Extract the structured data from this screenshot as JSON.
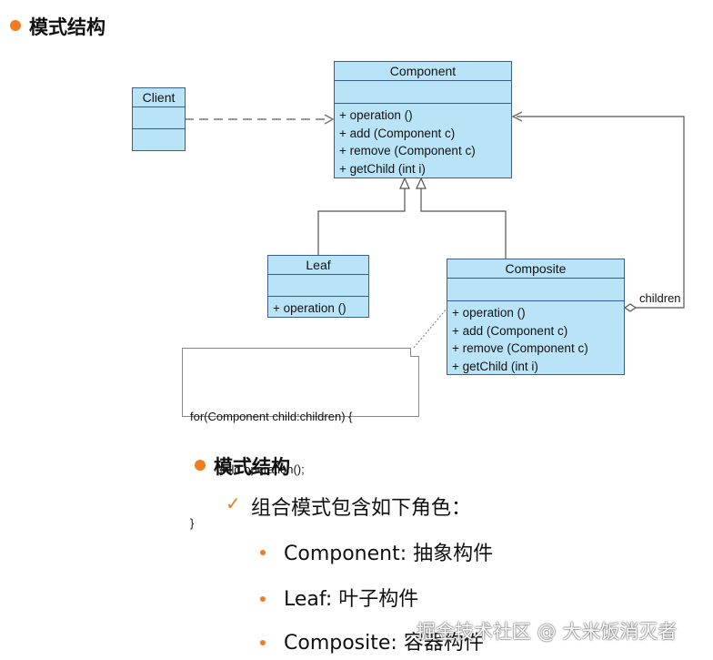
{
  "top_heading": "模式结构",
  "uml": {
    "client": {
      "name": "Client"
    },
    "component": {
      "name": "Component",
      "ops": [
        "+ operation ()",
        "+ add (Component c)",
        "+ remove (Component c)",
        "+ getChild (int i)"
      ]
    },
    "leaf": {
      "name": "Leaf",
      "ops": [
        "+ operation ()"
      ]
    },
    "composite": {
      "name": "Composite",
      "ops": [
        "+ operation ()",
        "+ add (Component c)",
        "+ remove (Component c)",
        "+ getChild (int i)"
      ]
    },
    "children_label": "children",
    "note": {
      "lines": [
        "for(Component child:children) {",
        "        child.operation();",
        "}"
      ]
    }
  },
  "section": {
    "heading": "模式结构",
    "check_line": "组合模式包含如下角色：",
    "items": [
      "Component: 抽象构件",
      "Leaf: 叶子构件",
      "Composite: 容器构件"
    ]
  },
  "watermark": "掘金技术社区 @ 大米饭消灭者",
  "colors": {
    "accent": "#f07c1f",
    "uml_fill": "#b9e4f7",
    "uml_border": "#3a5f8a"
  }
}
